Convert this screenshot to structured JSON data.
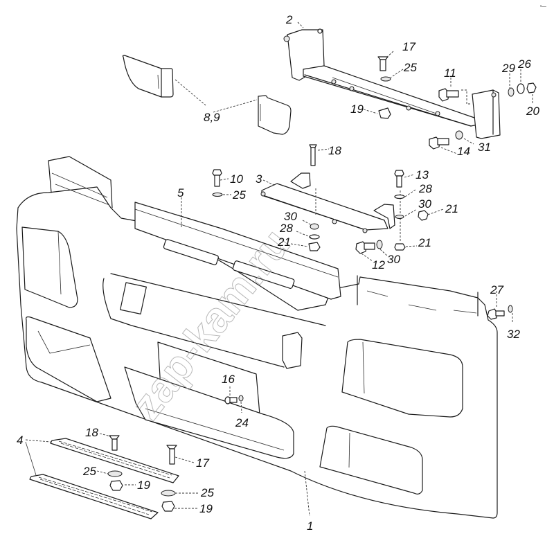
{
  "diagram": {
    "title": "Front bumper assembly - exploded parts view",
    "watermark": "zap-kam.ru",
    "corner_mark": "•‒‒",
    "callouts": [
      {
        "id": "c-2",
        "text": "2"
      },
      {
        "id": "c-17a",
        "text": "17"
      },
      {
        "id": "c-25a",
        "text": "25"
      },
      {
        "id": "c-11",
        "text": "11"
      },
      {
        "id": "c-29",
        "text": "29"
      },
      {
        "id": "c-26",
        "text": "26"
      },
      {
        "id": "c-20",
        "text": "20"
      },
      {
        "id": "c-19a",
        "text": "19"
      },
      {
        "id": "c-89",
        "text": "8,9"
      },
      {
        "id": "c-18a",
        "text": "18"
      },
      {
        "id": "c-14",
        "text": "14"
      },
      {
        "id": "c-31",
        "text": "31"
      },
      {
        "id": "c-10",
        "text": "10"
      },
      {
        "id": "c-25b",
        "text": "25"
      },
      {
        "id": "c-3",
        "text": "3"
      },
      {
        "id": "c-13",
        "text": "13"
      },
      {
        "id": "c-28a",
        "text": "28"
      },
      {
        "id": "c-5",
        "text": "5"
      },
      {
        "id": "c-30a",
        "text": "30"
      },
      {
        "id": "c-21a",
        "text": "21"
      },
      {
        "id": "c-30b",
        "text": "30"
      },
      {
        "id": "c-28b",
        "text": "28"
      },
      {
        "id": "c-21b",
        "text": "21"
      },
      {
        "id": "c-21c",
        "text": "21"
      },
      {
        "id": "c-12",
        "text": "12"
      },
      {
        "id": "c-30c",
        "text": "30"
      },
      {
        "id": "c-27",
        "text": "27"
      },
      {
        "id": "c-32",
        "text": "32"
      },
      {
        "id": "c-16",
        "text": "16"
      },
      {
        "id": "c-24",
        "text": "24"
      },
      {
        "id": "c-4",
        "text": "4"
      },
      {
        "id": "c-18b",
        "text": "18"
      },
      {
        "id": "c-17b",
        "text": "17"
      },
      {
        "id": "c-25c",
        "text": "25"
      },
      {
        "id": "c-19b",
        "text": "19"
      },
      {
        "id": "c-25d",
        "text": "25"
      },
      {
        "id": "c-19c",
        "text": "19"
      },
      {
        "id": "c-1",
        "text": "1"
      }
    ]
  }
}
